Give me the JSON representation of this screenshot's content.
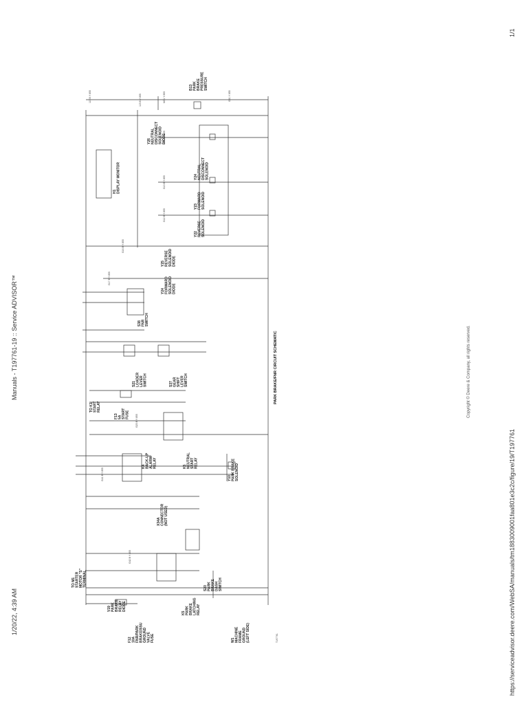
{
  "header": {
    "timestamp": "1/20/22, 4:39 AM",
    "doc_title": "Manuals - T197761-19 :: Service ADVISOR™",
    "page_number": "1/1"
  },
  "footer": {
    "url": "https://serviceadvisor.deere.com/WebSA/manuals/tm1883009001faa801e3c2c/figure/19/T197761"
  },
  "diagram": {
    "title": "PARK BRAKE/FNR CIRCUIT SCHEMATIC",
    "copyright": "Copyright © Deere & Company, all rights reserved.",
    "figure_id": "T197761",
    "components": [
      {
        "id": "B13",
        "lines": [
          "B13",
          "PARK",
          "BRAKE",
          "PRESSURE",
          "SWITCH"
        ]
      },
      {
        "id": "Y26",
        "lines": [
          "Y26",
          "NEUTRAL",
          "DISCONNECT",
          "SOLENOID",
          "DIODE"
        ]
      },
      {
        "id": "H1",
        "lines": [
          "H1",
          "DISPLAY MONITOR"
        ]
      },
      {
        "id": "Y24N",
        "lines": [
          "Y24",
          "NEUTRAL",
          "DISCONNECT",
          "SOLENOID"
        ]
      },
      {
        "id": "Y23",
        "lines": [
          "Y23",
          "FORWARD",
          "SOLENOID"
        ]
      },
      {
        "id": "Y22",
        "lines": [
          "Y22",
          "REVERSE",
          "SOLENOID"
        ]
      },
      {
        "id": "Y25",
        "lines": [
          "Y25",
          "REVERSE",
          "SOLENOID",
          "DIODE"
        ]
      },
      {
        "id": "Y24F",
        "lines": [
          "Y24",
          "FORWARD",
          "SOLENOID",
          "DIODE"
        ]
      },
      {
        "id": "S38",
        "lines": [
          "S38",
          "FNR",
          "SWITCH"
        ]
      },
      {
        "id": "S21",
        "lines": [
          "S21",
          "LOADER",
          "LEVER",
          "SWITCH"
        ]
      },
      {
        "id": "S37",
        "lines": [
          "S37",
          "GEAR",
          "SHIFT",
          "LEVER",
          "SWITCH"
        ]
      },
      {
        "id": "K1",
        "lines": [
          "TO K1",
          "START",
          "RELAY"
        ]
      },
      {
        "id": "F13",
        "lines": [
          "F13",
          "5A",
          "START",
          "FUSE"
        ]
      },
      {
        "id": "K4",
        "lines": [
          "K4",
          "BACK-UP",
          "ALARM",
          "RELAY"
        ]
      },
      {
        "id": "K5N",
        "lines": [
          "K5",
          "NEUTRAL",
          "START",
          "RELAY"
        ]
      },
      {
        "id": "Y10",
        "lines": [
          "Y10",
          "PARK BRAKE",
          "SOLENOID"
        ]
      },
      {
        "id": "X34A",
        "lines": [
          "X34A",
          "CONNECTOR",
          "(NOT USED)"
        ]
      },
      {
        "id": "TOM1",
        "lines": [
          "TO M1",
          "STARTER",
          "MOTOR \"S\"",
          "TERMINAL"
        ]
      },
      {
        "id": "S20",
        "lines": [
          "S20",
          "PARK",
          "BRAKE",
          "DASH",
          "SWITCH"
        ]
      },
      {
        "id": "V19",
        "lines": [
          "V19",
          "PARK",
          "BRAKE",
          "RELAY",
          "DIODE"
        ]
      },
      {
        "id": "K5L",
        "lines": [
          "K5",
          "PARK",
          "BRAKE",
          "LATCHING",
          "RELAY"
        ]
      },
      {
        "id": "F12",
        "lines": [
          "F12",
          "10A",
          "FNR/PARK",
          "BRAKE/SSU",
          "GROUND",
          "VALVE",
          "FUSE"
        ]
      },
      {
        "id": "W1",
        "lines": [
          "W1",
          "MACHINE",
          "FRAME",
          "GROUND",
          "(LEFT SIDE)"
        ]
      }
    ]
  }
}
